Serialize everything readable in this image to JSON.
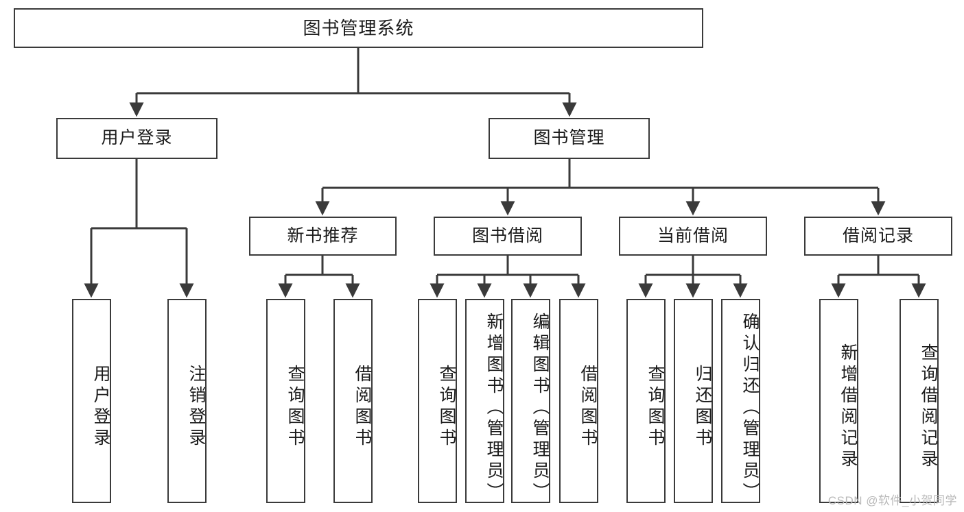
{
  "diagram": {
    "title": "图书管理系统",
    "type": "tree-hierarchy",
    "root": {
      "label": "图书管理系统"
    },
    "level2": [
      {
        "id": "user-login",
        "label": "用户登录"
      },
      {
        "id": "book-management",
        "label": "图书管理"
      }
    ],
    "level3": [
      {
        "id": "new-book-recommend",
        "label": "新书推荐",
        "parent": "book-management"
      },
      {
        "id": "book-borrow",
        "label": "图书借阅",
        "parent": "book-management"
      },
      {
        "id": "current-borrow",
        "label": "当前借阅",
        "parent": "book-management"
      },
      {
        "id": "borrow-record",
        "label": "借阅记录",
        "parent": "book-management"
      }
    ],
    "leaves": [
      {
        "id": "leaf-user-login",
        "label": "用户登录",
        "parent": "user-login"
      },
      {
        "id": "leaf-logout-login",
        "label": "注销登录",
        "parent": "user-login"
      },
      {
        "id": "leaf-query-book-1",
        "label": "查询图书",
        "parent": "new-book-recommend"
      },
      {
        "id": "leaf-borrow-book-1",
        "label": "借阅图书",
        "parent": "new-book-recommend"
      },
      {
        "id": "leaf-query-book-2",
        "label": "查询图书",
        "parent": "book-borrow"
      },
      {
        "id": "leaf-add-book",
        "label": "新增图书（管理员）",
        "parent": "book-borrow"
      },
      {
        "id": "leaf-edit-book",
        "label": "编辑图书（管理员）",
        "parent": "book-borrow"
      },
      {
        "id": "leaf-borrow-book-2",
        "label": "借阅图书",
        "parent": "book-borrow"
      },
      {
        "id": "leaf-query-book-3",
        "label": "查询图书",
        "parent": "current-borrow"
      },
      {
        "id": "leaf-return-book",
        "label": "归还图书",
        "parent": "current-borrow"
      },
      {
        "id": "leaf-confirm-return",
        "label": "确认归还（管理员）",
        "parent": "current-borrow"
      },
      {
        "id": "leaf-add-record",
        "label": "新增借阅记录",
        "parent": "borrow-record"
      },
      {
        "id": "leaf-query-record",
        "label": "查询借阅记录",
        "parent": "borrow-record"
      }
    ],
    "watermark": "CSDN @软件_小贺同学",
    "colors": {
      "stroke": "#3a3a3a",
      "fill": "#ffffff",
      "text": "#1b1b1b",
      "watermark": "#b9b9b9"
    }
  }
}
